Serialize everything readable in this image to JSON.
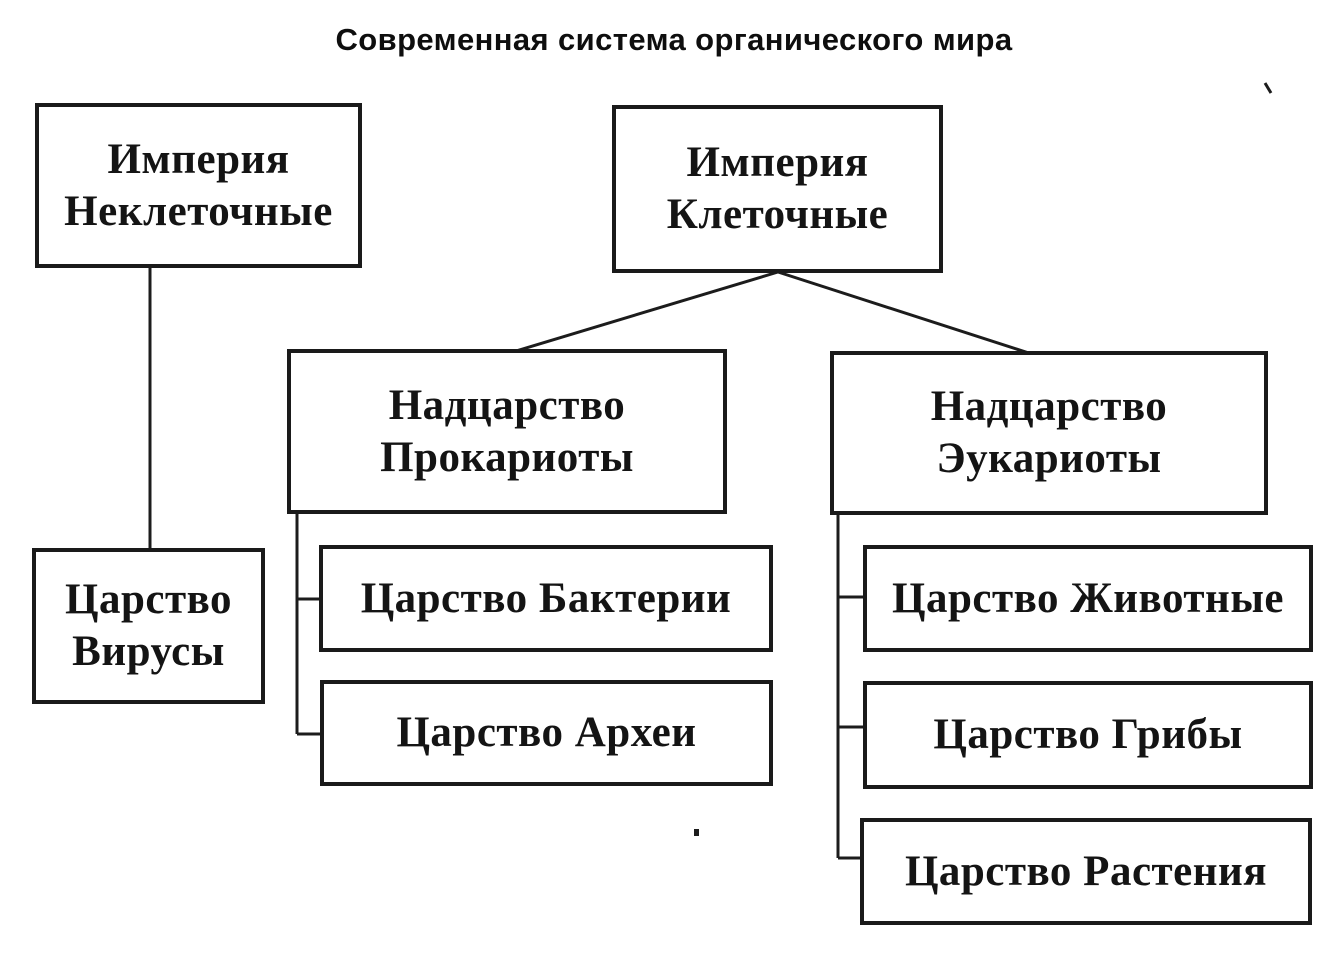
{
  "title": "Современная система органического мира",
  "colors": {
    "ink": "#1a1a1a",
    "paper": "#ffffff"
  },
  "diagram": {
    "nodes": [
      {
        "id": "empire-noncellular",
        "label": "Империя Неклеточные",
        "lines": [
          "Империя",
          "Неклеточные"
        ]
      },
      {
        "id": "empire-cellular",
        "label": "Империя Клеточные",
        "lines": [
          "Империя",
          "Клеточные"
        ]
      },
      {
        "id": "superkingdom-prokaryotes",
        "label": "Надцарство Прокариоты",
        "lines": [
          "Надцарство",
          "Прокариоты"
        ]
      },
      {
        "id": "superkingdom-eukaryotes",
        "label": "Надцарство Эукариоты",
        "lines": [
          "Надцарство",
          "Эукариоты"
        ]
      },
      {
        "id": "kingdom-viruses",
        "label": "Царство Вирусы",
        "lines": [
          "Царство",
          "Вирусы"
        ]
      },
      {
        "id": "kingdom-bacteria",
        "label": "Царство Бактерии",
        "lines": [
          "Царство Бактерии"
        ]
      },
      {
        "id": "kingdom-archaea",
        "label": "Царство Археи",
        "lines": [
          "Царство Археи"
        ]
      },
      {
        "id": "kingdom-animals",
        "label": "Царство Животные",
        "lines": [
          "Царство Животные"
        ]
      },
      {
        "id": "kingdom-fungi",
        "label": "Царство Грибы",
        "lines": [
          "Царство Грибы"
        ]
      },
      {
        "id": "kingdom-plants",
        "label": "Царство Растения",
        "lines": [
          "Царство Растения"
        ]
      }
    ],
    "edges": [
      {
        "from": "empire-noncellular",
        "to": "kingdom-viruses"
      },
      {
        "from": "empire-cellular",
        "to": "superkingdom-prokaryotes"
      },
      {
        "from": "empire-cellular",
        "to": "superkingdom-eukaryotes"
      },
      {
        "from": "superkingdom-prokaryotes",
        "to": "kingdom-bacteria"
      },
      {
        "from": "superkingdom-prokaryotes",
        "to": "kingdom-archaea"
      },
      {
        "from": "superkingdom-eukaryotes",
        "to": "kingdom-animals"
      },
      {
        "from": "superkingdom-eukaryotes",
        "to": "kingdom-fungi"
      },
      {
        "from": "superkingdom-eukaryotes",
        "to": "kingdom-plants"
      }
    ]
  }
}
